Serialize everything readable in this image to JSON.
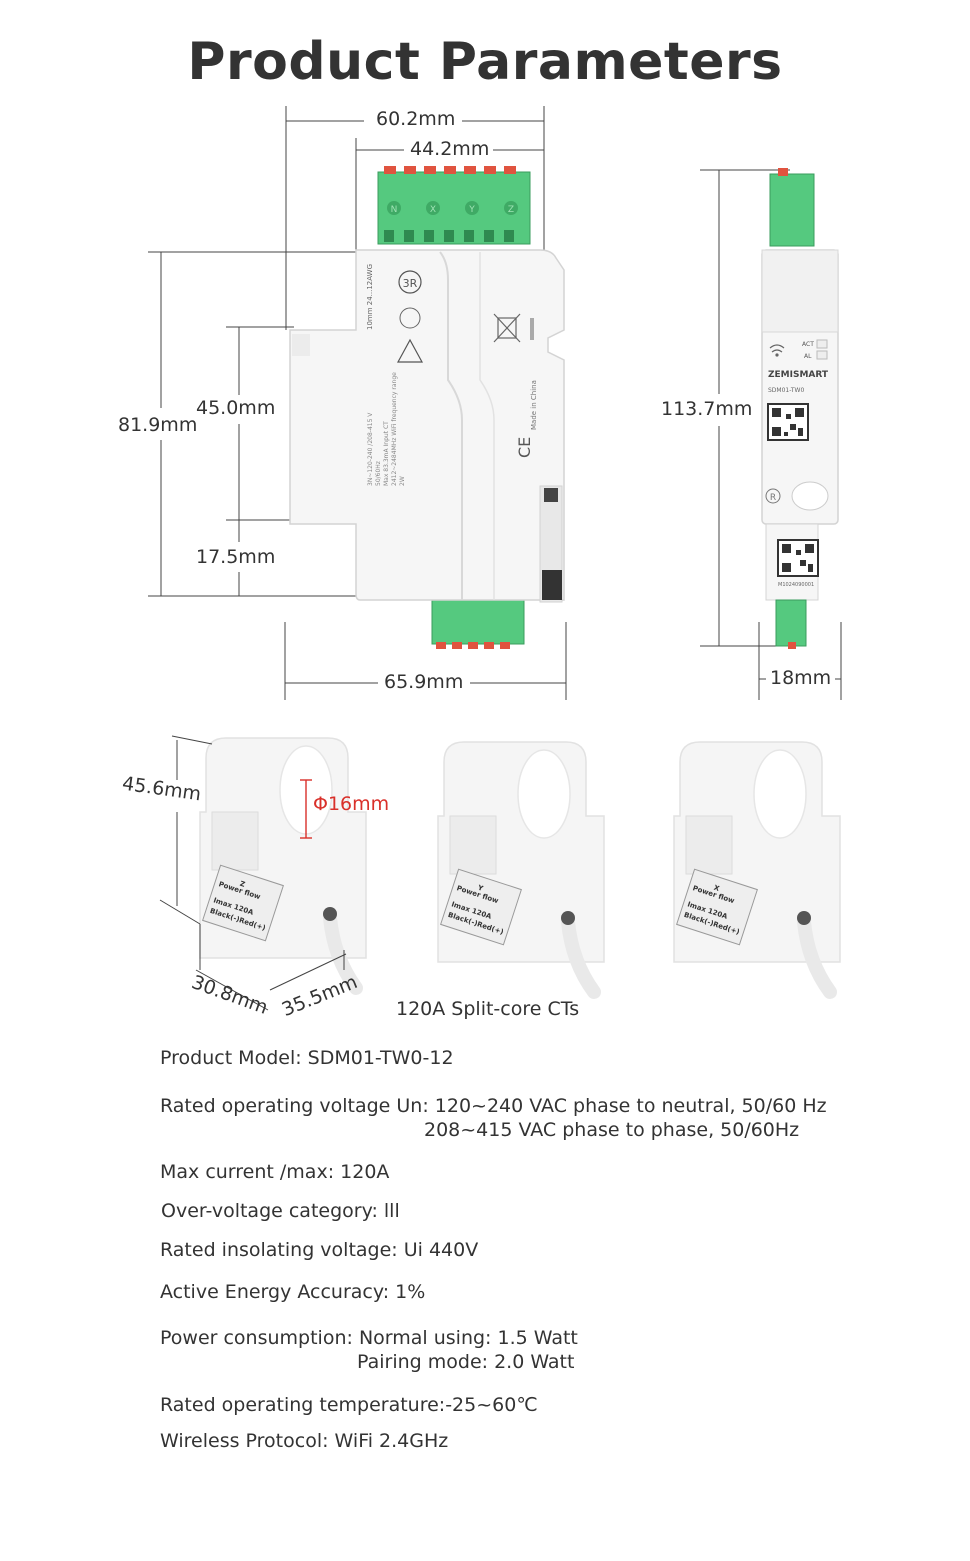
{
  "title": "Product Parameters",
  "dimensions": {
    "width_total": "60.2mm",
    "width_terminal": "44.2mm",
    "height_total": "81.9mm",
    "height_body": "45.0mm",
    "height_lower": "17.5mm",
    "width_base": "65.9mm",
    "side_height": "113.7mm",
    "side_width": "18mm",
    "ct_height": "45.6mm",
    "ct_hole": "Φ16mm",
    "ct_depth": "30.8mm",
    "ct_width": "35.5mm"
  },
  "device": {
    "brand": "ZEMISMART",
    "model_label": "SDM01-TW0",
    "serial": "M1024090001",
    "act": "ACT",
    "al": "AL",
    "front_print": "3N~120-240 /208-415 V\n50/60Hz\nMax 83.3mA Input CT\n2412~2484MHz WiFi frequency range\n2W",
    "wire_label": "10mm  24...12AWG",
    "made_in": "Made in China",
    "terminals_top": [
      "N",
      "X",
      "Y",
      "Z"
    ],
    "ce": "CE",
    "three_r": "3R"
  },
  "ct_caption": "120A Split-core CTs",
  "cts": [
    {
      "phase": "Z",
      "label1": "Power flow",
      "label2": "Imax  120A",
      "label3": "Black(-)Red(+)"
    },
    {
      "phase": "Y",
      "label1": "Power flow",
      "label2": "Imax  120A",
      "label3": "Black(-)Red(+)"
    },
    {
      "phase": "X",
      "label1": "Power flow",
      "label2": "Imax  120A",
      "label3": "Black(-)Red(+)"
    }
  ],
  "specs": {
    "model": "Product Model: SDM01-TW0-12",
    "voltage_1": "Rated operating voltage Un: 120~240 VAC phase to neutral, 50/60 Hz",
    "voltage_2": "208~415 VAC phase to phase, 50/60Hz",
    "current": "Max current /max: 120A",
    "overvoltage": "Over-voltage category: lll",
    "insulating": "Rated insolating voltage: Ui 440V",
    "accuracy": "Active Energy Accuracy: 1%",
    "power_1": "Power consumption: Normal using: 1.5 Watt",
    "power_2": "Pairing mode: 2.0 Watt",
    "temperature": "Rated operating temperature:-25~60℃",
    "protocol": "Wireless Protocol: WiFi 2.4GHz"
  },
  "colors": {
    "terminal_green": "#4fc47a",
    "pin_red": "#e0533f",
    "body": "#f4f4f4",
    "line": "#444444",
    "accent_red": "#d9302a"
  }
}
